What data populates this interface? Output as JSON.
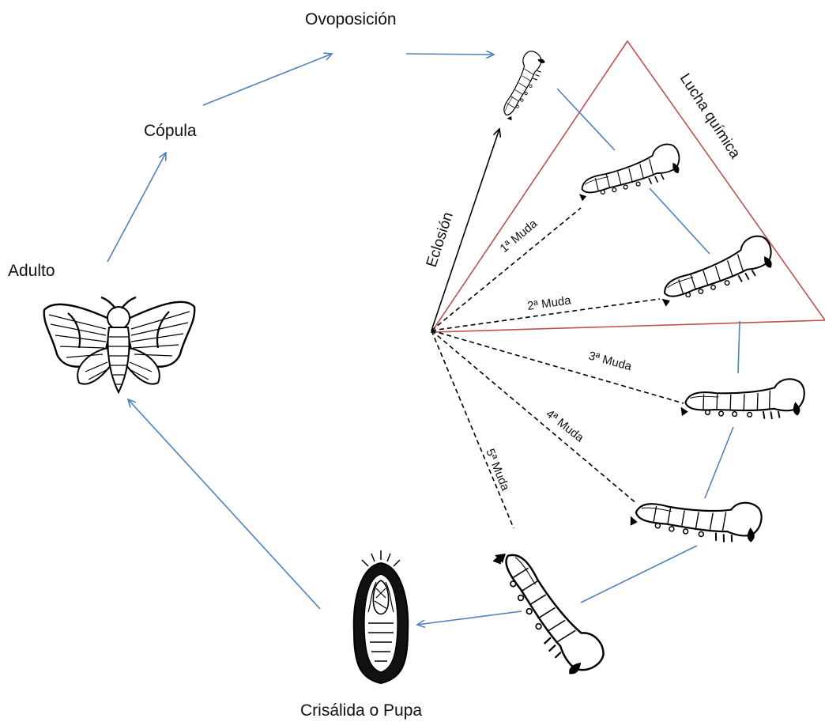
{
  "labels": {
    "oviposition": "Ovoposición",
    "copulation": "Cópula",
    "adult": "Adulto",
    "hatching": "Eclosión",
    "chemical_fight": "Lucha química",
    "pupa": "Crisálida o Pupa"
  },
  "molts": [
    "1ª Muda",
    "2ª Muda",
    "3ª Muda",
    "4ª Muda",
    "5ª Muda"
  ],
  "colors": {
    "flow_arrow": "#4f81bd",
    "triangle": "#c0504d",
    "ink": "#000000"
  },
  "icons": [
    "moth-icon",
    "pupa-icon",
    "larva-icon"
  ]
}
